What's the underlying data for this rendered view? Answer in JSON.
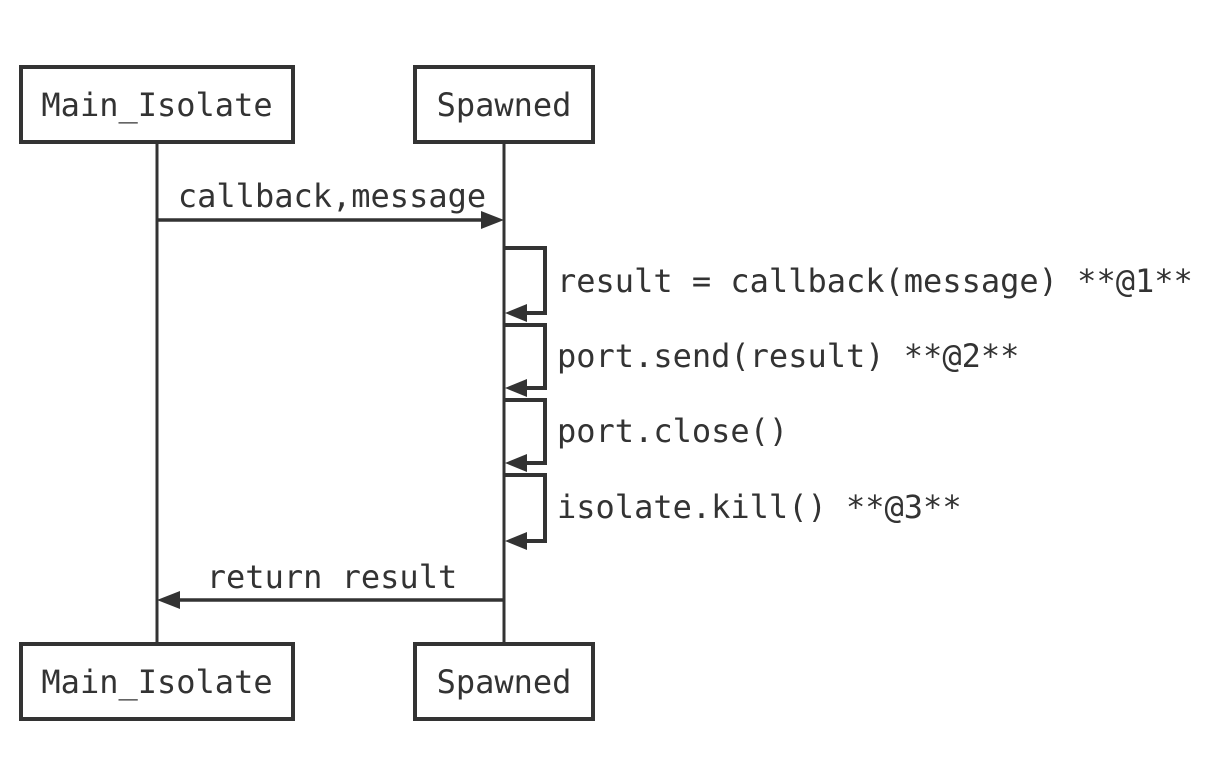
{
  "diagram": {
    "type": "sequence-diagram",
    "colors": {
      "ink": "#333333",
      "background": "#ffffff"
    },
    "participants": [
      {
        "id": "main",
        "label": "Main_Isolate"
      },
      {
        "id": "spawned",
        "label": "Spawned"
      }
    ],
    "messages": [
      {
        "from": "main",
        "to": "spawned",
        "kind": "call",
        "label": "callback,message"
      },
      {
        "from": "spawned",
        "to": "spawned",
        "kind": "self",
        "label": "result = callback(message) **@1**"
      },
      {
        "from": "spawned",
        "to": "spawned",
        "kind": "self",
        "label": "port.send(result) **@2**"
      },
      {
        "from": "spawned",
        "to": "spawned",
        "kind": "self",
        "label": "port.close()"
      },
      {
        "from": "spawned",
        "to": "spawned",
        "kind": "self",
        "label": "isolate.kill() **@3**"
      },
      {
        "from": "spawned",
        "to": "main",
        "kind": "return",
        "label": "return result"
      }
    ]
  }
}
